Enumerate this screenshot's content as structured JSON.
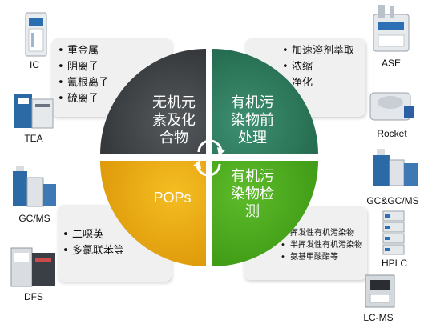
{
  "quadrants": {
    "top_left": {
      "title_lines": [
        "无机元",
        "素及化",
        "合物"
      ],
      "color": "#3c4043"
    },
    "top_right": {
      "title_lines": [
        "有机污",
        "染物前",
        "处理"
      ],
      "color": "#2e7a5e"
    },
    "bottom_left": {
      "title_lines": [
        "POPs"
      ],
      "color": "#e8a60c"
    },
    "bottom_right": {
      "title_lines": [
        "有机污",
        "染物检",
        "测"
      ],
      "color": "#4aa81e"
    }
  },
  "boxes": {
    "top_left": [
      "重金属",
      "阴离子",
      "氰根离子",
      "硫离子"
    ],
    "top_right": [
      "加速溶剂萃取",
      "浓缩",
      "净化"
    ],
    "bottom_left": [
      "二噁英",
      "多氯联苯等"
    ],
    "bottom_right": [
      "挥发性有机污染物",
      "半挥发性有机污染物",
      "氨基甲酸酯等"
    ]
  },
  "instruments_left": [
    "IC",
    "TEA",
    "GC/MS",
    "DFS"
  ],
  "instruments_right": [
    "ASE",
    "Rocket",
    "GC&GC/MS",
    "HPLC",
    "LC-MS"
  ]
}
